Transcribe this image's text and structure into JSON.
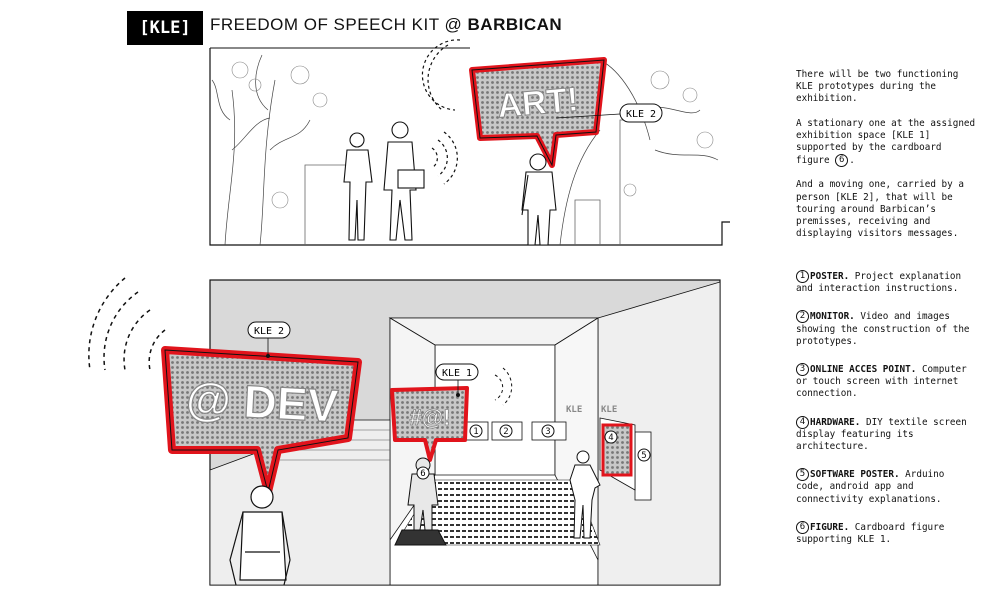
{
  "header": {
    "tag": "[KLE]",
    "title_prefix": "FREEDOM OF SPEECH KIT @ ",
    "title_bold": "BARBICAN"
  },
  "top_scene": {
    "sign_text": "ART!",
    "callout": "KLE 2"
  },
  "bottom_scene": {
    "big_sign_text": "@ DEV",
    "small_sign_text": "#@!",
    "callout_kle2": "KLE 2",
    "callout_kle1": "KLE 1",
    "wall_label": "KLE",
    "markers": [
      "1",
      "2",
      "3",
      "4",
      "5",
      "6"
    ]
  },
  "intro": {
    "p1": "There will be two functioning KLE  prototypes during the exhibition.",
    "p2a": "A stationary one at the assigned exhibition space [KLE 1] supported by the cardboard figure ",
    "p2_num": "6",
    "p2b": ".",
    "p3": "And a moving one, carried by a person [KLE 2], that will be touring around Barbican’s premisses, receiving and displaying visitors messages."
  },
  "legend": [
    {
      "num": "1",
      "name": "POSTER.",
      "desc": " Project explanation and interaction instructions."
    },
    {
      "num": "2",
      "name": "MONITOR.",
      "desc": " Video and images showing the construction of the prototypes."
    },
    {
      "num": "3",
      "name": "ONLINE ACCES POINT.",
      "desc": " Computer or touch screen with internet connection."
    },
    {
      "num": "4",
      "name": "HARDWARE.",
      "desc": " DIY textile screen display featuring its architecture."
    },
    {
      "num": "5",
      "name": "SOFTWARE POSTER.",
      "desc": " Arduino code, android app and connectivity explanations."
    },
    {
      "num": "6",
      "name": "FIGURE.",
      "desc": " Cardboard figure supporting KLE 1."
    }
  ],
  "colors": {
    "accent": "#e1141c",
    "ink": "#111111"
  }
}
